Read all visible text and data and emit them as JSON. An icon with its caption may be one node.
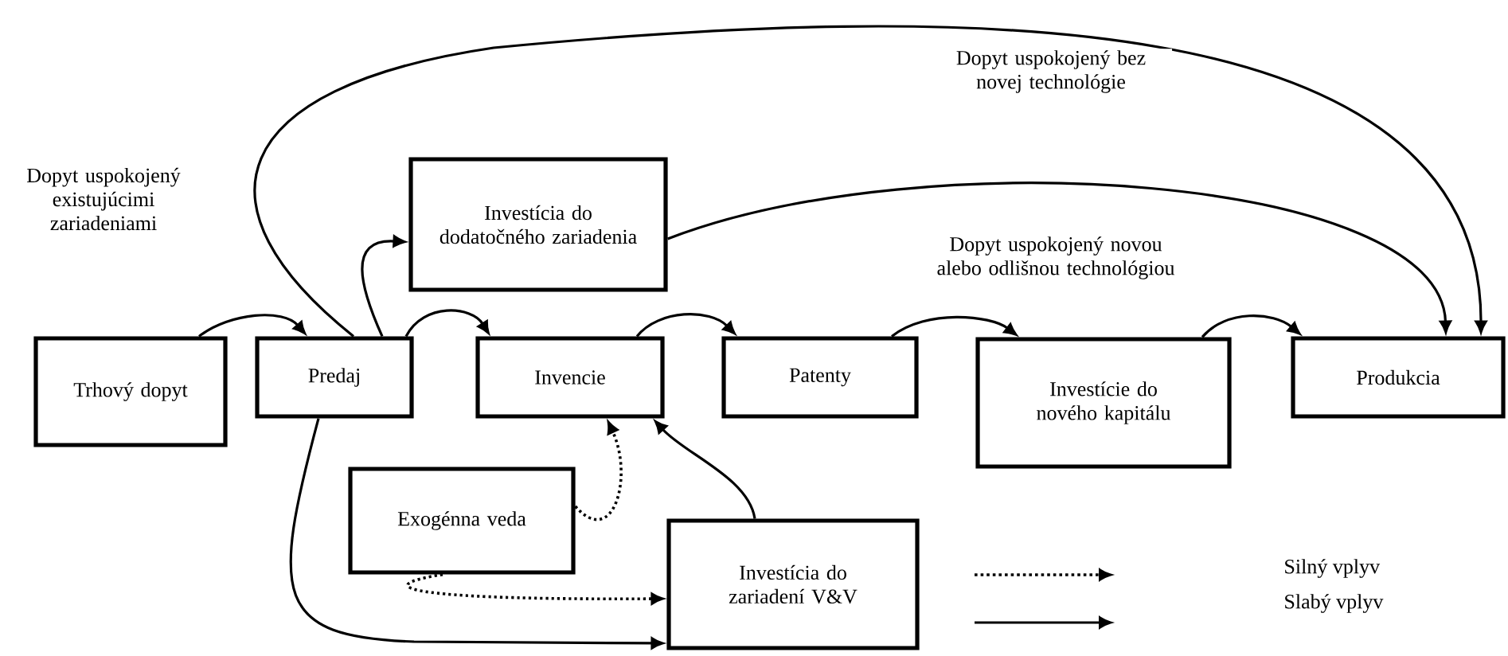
{
  "diagram": {
    "nodes": [
      {
        "text": [
          "Trhový dopyt"
        ]
      },
      {
        "text": [
          "Predaj"
        ]
      },
      {
        "text": [
          "Investícia do dodatočného zariadenia"
        ]
      },
      {
        "text": [
          "Invencie"
        ]
      },
      {
        "text": [
          "Patenty"
        ]
      },
      {
        "text": [
          "Investície do nového kapitálu"
        ]
      },
      {
        "text": [
          "Produkcia"
        ]
      },
      {
        "text": [
          "Exogénna veda"
        ]
      },
      {
        "text": [
          "Investícia do zariadení V&V"
        ]
      }
    ],
    "edges": [
      {
        "from": 0,
        "to": 1,
        "arrow": "to"
      },
      {
        "from": 1,
        "to": 2,
        "arrow": "to"
      },
      {
        "from": 1,
        "to": 3,
        "arrow": "to"
      },
      {
        "from": 3,
        "to": 4,
        "arrow": "to"
      },
      {
        "from": 4,
        "to": 5,
        "arrow": "to"
      },
      {
        "from": 5,
        "to": 6,
        "arrow": "to"
      },
      {
        "from": 2,
        "to": 6,
        "arrow": "to",
        "label": "Dopyt uspokojený novou alebo odlišnou technológiou"
      },
      {
        "from": 1,
        "to": 6,
        "arrow": "to",
        "label": "Dopyt uspokojený bez novej technológie"
      },
      {
        "from": 7,
        "to": 3,
        "arrow": "to",
        "style": "dashed"
      },
      {
        "from": 7,
        "to": 8,
        "arrow": "to",
        "style": "dashed"
      },
      {
        "from": 8,
        "to": 3,
        "arrow": "to"
      },
      {
        "from": 1,
        "to": 8,
        "arrow": "to"
      }
    ],
    "labels": [
      "Dopyt uspokojený existujúcimi zariadeniami"
    ],
    "legend": [
      {
        "text": "Silný vplyv"
      },
      {
        "text": "Slabý vplyv"
      }
    ]
  }
}
